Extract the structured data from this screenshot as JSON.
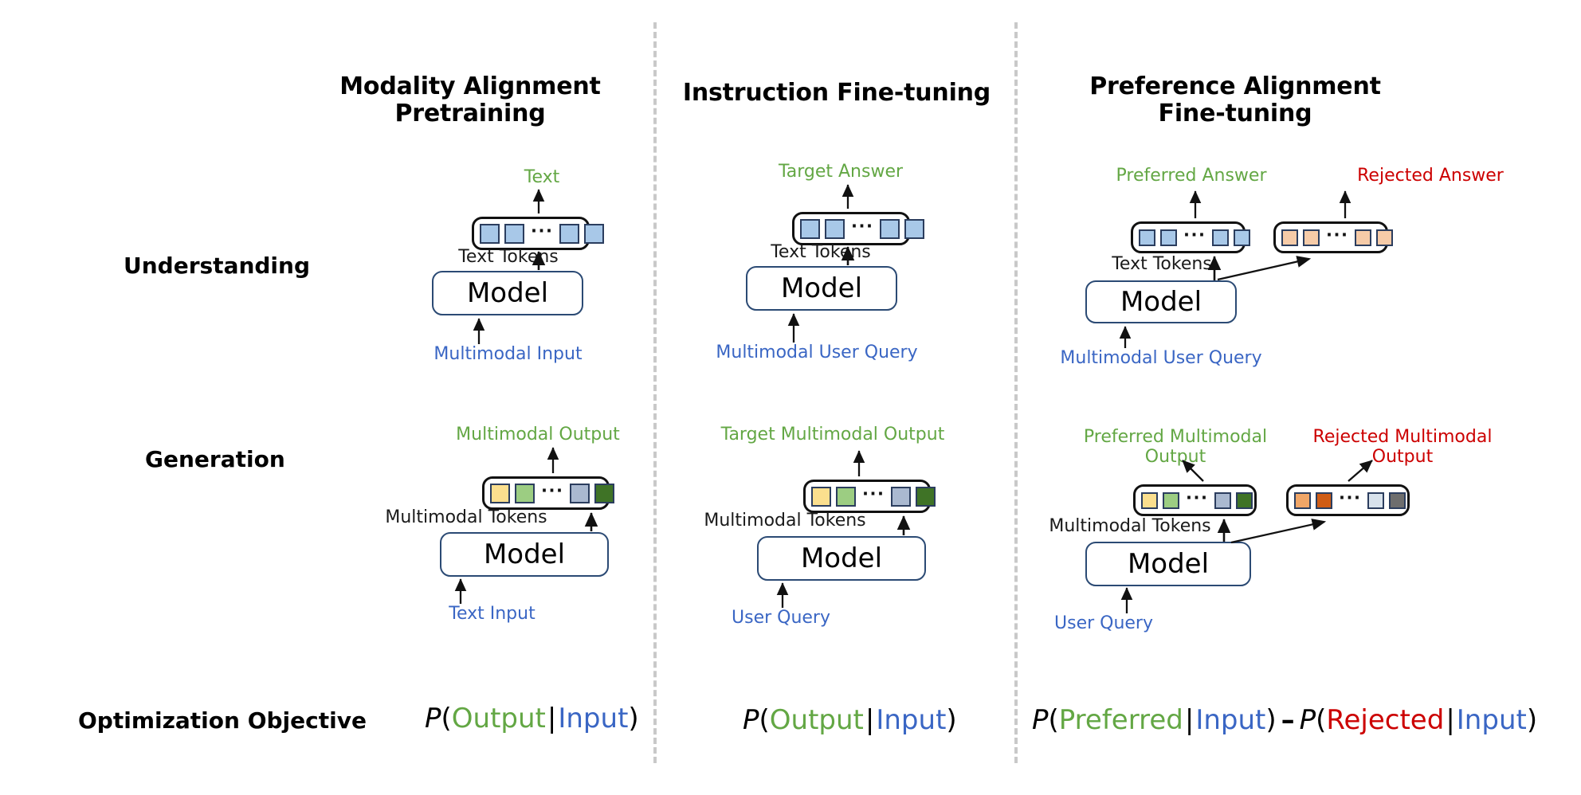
{
  "figure": {
    "title_row_labels": {
      "understanding": "Understanding",
      "generation": "Generation",
      "objective": "Optimization Objective"
    },
    "columns": [
      {
        "id": "modality-alignment-pretraining",
        "title_line1": "Modality Alignment",
        "title_line2": "Pretraining",
        "understanding": {
          "output_label": "Text",
          "tokens_label": "Text Tokens",
          "model_label": "Model",
          "input_label": "Multimodal Input"
        },
        "generation": {
          "output_label": "Multimodal Output",
          "tokens_label": "Multimodal Tokens",
          "model_label": "Model",
          "input_label": "Text Input"
        },
        "objective": {
          "p": "P",
          "open": "(",
          "numerator": "Output",
          "bar": "|",
          "condition": "Input",
          "close": ")"
        }
      },
      {
        "id": "instruction-fine-tuning",
        "title_line1": "Instruction Fine-tuning",
        "title_line2": "",
        "understanding": {
          "output_label": "Target Answer",
          "tokens_label": "Text Tokens",
          "model_label": "Model",
          "input_label": "Multimodal User Query"
        },
        "generation": {
          "output_label": "Target Multimodal Output",
          "tokens_label": "Multimodal Tokens",
          "model_label": "Model",
          "input_label": "User Query"
        },
        "objective": {
          "p": "P",
          "open": "(",
          "numerator": "Output",
          "bar": "|",
          "condition": "Input",
          "close": ")"
        }
      },
      {
        "id": "preference-alignment-fine-tuning",
        "title_line1": "Preference Alignment",
        "title_line2": "Fine-tuning",
        "understanding": {
          "output_label": "Preferred Answer",
          "output_label_rejected": "Rejected Answer",
          "tokens_label": "Text Tokens",
          "model_label": "Model",
          "input_label": "Multimodal User Query"
        },
        "generation": {
          "output_label_line1": "Preferred Multimodal",
          "output_label_line2": "Output",
          "output_label_rejected_line1": "Rejected Multimodal",
          "output_label_rejected_line2": "Output",
          "tokens_label": "Multimodal Tokens",
          "model_label": "Model",
          "input_label": "User Query"
        },
        "objective": {
          "p": "P",
          "open": "(",
          "numerator": "Preferred",
          "bar": "|",
          "condition": "Input",
          "close": ")",
          "minus": "–",
          "p2": "P",
          "open2": "(",
          "numerator2": "Rejected",
          "bar2": "|",
          "condition2": "Input",
          "close2": ")"
        }
      }
    ],
    "token_colors": {
      "text_preferred": "#a8c8e8",
      "text_rejected": "#f6cba8",
      "multimodal_preferred": [
        "#fbdf8e",
        "#9ccd82",
        "#aab9d0",
        "#3f7326"
      ],
      "multimodal_rejected": [
        "#f0a668",
        "#cf5c15",
        "#d8e2ec",
        "#6e6e6e"
      ],
      "token_border": "#2b3d5e",
      "strip_border": "#111111"
    },
    "palette": {
      "green": "#63a744",
      "red": "#cc0000",
      "blue": "#3a66c4",
      "model_border": "#2b4a74",
      "divider": "#c9c9c9",
      "background": "#ffffff"
    },
    "ellipsis": "···"
  }
}
